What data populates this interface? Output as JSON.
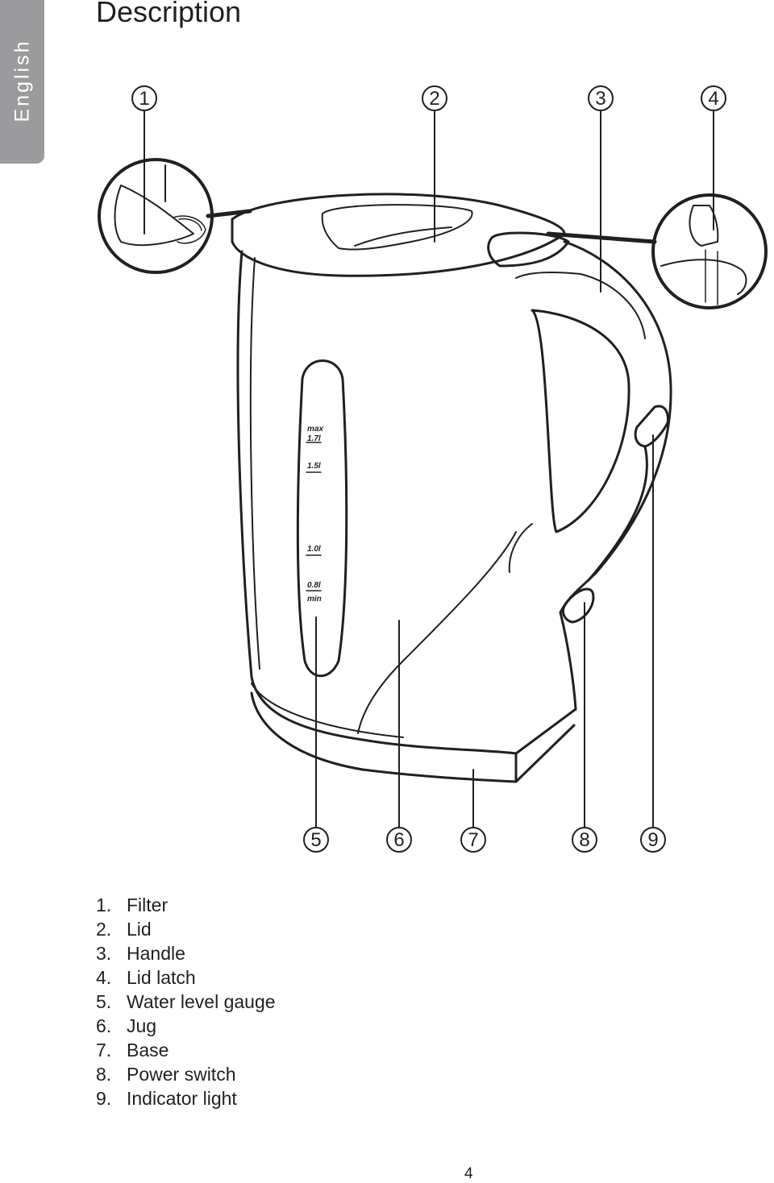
{
  "sidebar": {
    "language": "English"
  },
  "page": {
    "title": "Description",
    "number": "4"
  },
  "figure": {
    "callouts": [
      "1",
      "2",
      "3",
      "4",
      "5",
      "6",
      "7",
      "8",
      "9"
    ],
    "gauge_labels": {
      "max": "max",
      "l17": "1.7l",
      "l15": "1.5l",
      "l10": "1.0l",
      "l08": "0.8l",
      "min": "min"
    }
  },
  "parts": [
    {
      "num": "1.",
      "label": "Filter"
    },
    {
      "num": "2.",
      "label": "Lid"
    },
    {
      "num": "3.",
      "label": "Handle"
    },
    {
      "num": "4.",
      "label": "Lid latch"
    },
    {
      "num": "5.",
      "label": "Water level gauge"
    },
    {
      "num": "6.",
      "label": "Jug"
    },
    {
      "num": "7.",
      "label": "Base"
    },
    {
      "num": "8.",
      "label": "Power switch"
    },
    {
      "num": "9.",
      "label": "Indicator light"
    }
  ]
}
